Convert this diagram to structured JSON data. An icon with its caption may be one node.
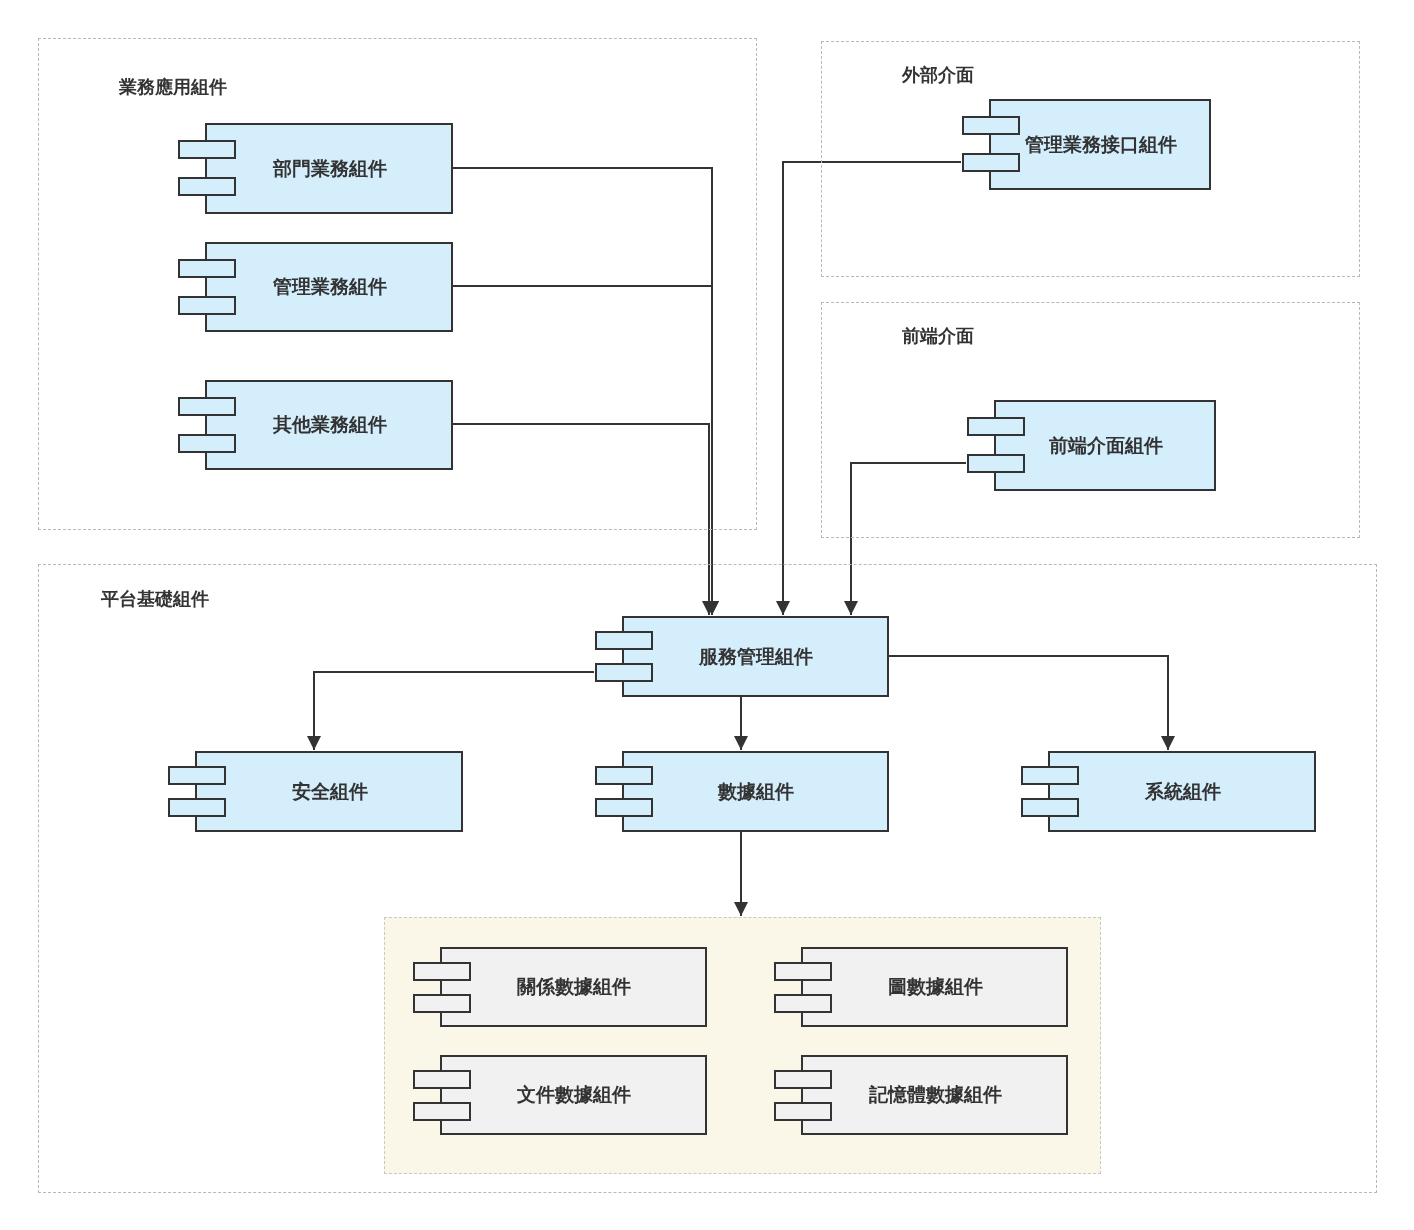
{
  "diagram": {
    "nodes": [
      {
        "text": [
          "業務應用組件"
        ]
      },
      {
        "text": [
          "部門業務組件"
        ],
        "in": 0
      },
      {
        "text": [
          "管理業務組件"
        ],
        "in": 0
      },
      {
        "text": [
          "其他業務組件"
        ],
        "in": 0
      },
      {
        "text": [
          "外部介面"
        ]
      },
      {
        "text": [
          "管理業務接口組件"
        ],
        "in": 4
      },
      {
        "text": [
          "前端介面"
        ]
      },
      {
        "text": [
          "前端介面組件"
        ],
        "in": 6
      },
      {
        "text": [
          "平台基礎組件"
        ]
      },
      {
        "text": [
          "服務管理組件"
        ],
        "in": 8
      },
      {
        "text": [
          "安全組件"
        ],
        "in": 8
      },
      {
        "text": [
          "數據組件"
        ],
        "in": 8
      },
      {
        "text": [
          "系統組件"
        ],
        "in": 8
      },
      {
        "text": [],
        "shape": "box",
        "in": 8
      },
      {
        "text": [
          "關係數據組件"
        ],
        "in": 13
      },
      {
        "text": [
          "圖數據組件"
        ],
        "in": 13
      },
      {
        "text": [
          "文件數據組件"
        ],
        "in": 13
      },
      {
        "text": [
          "記憶體數據組件"
        ],
        "in": 13
      }
    ],
    "edges": [
      {
        "from": 1,
        "to": 9,
        "arrow": "to"
      },
      {
        "from": 2,
        "to": 9,
        "arrow": "to"
      },
      {
        "from": 3,
        "to": 9,
        "arrow": "to"
      },
      {
        "from": 5,
        "to": 9,
        "arrow": "to"
      },
      {
        "from": 7,
        "to": 9,
        "arrow": "to"
      },
      {
        "from": 9,
        "to": 10,
        "arrow": "to"
      },
      {
        "from": 9,
        "to": 11,
        "arrow": "to"
      },
      {
        "from": 9,
        "to": 12,
        "arrow": "to"
      },
      {
        "from": 11,
        "to": 13,
        "arrow": "to"
      }
    ]
  }
}
